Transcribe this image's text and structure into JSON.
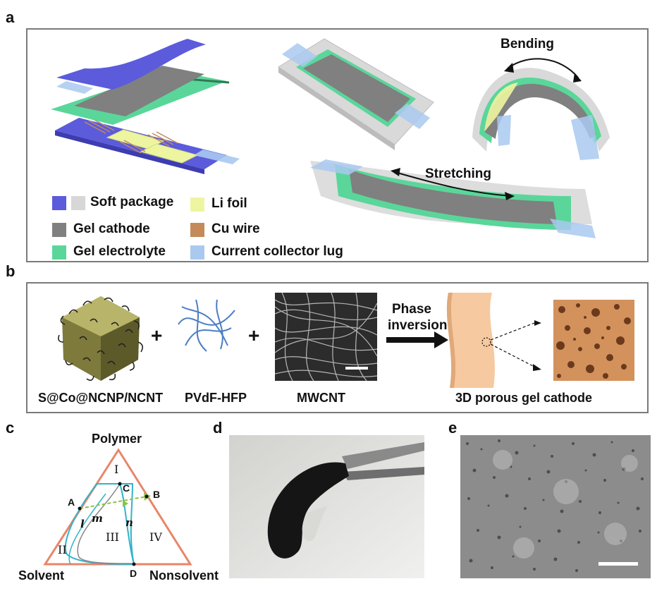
{
  "panels": {
    "a": "a",
    "b": "b",
    "c": "c",
    "d": "d",
    "e": "e"
  },
  "panel_a": {
    "bending": "Bending",
    "stretching": "Stretching",
    "legend": {
      "soft_package": "Soft package",
      "li_foil": "Li foil",
      "gel_cathode": "Gel cathode",
      "cu_wire": "Cu wire",
      "gel_electrolyte": "Gel electrolyte",
      "current_collector_lug": "Current collector lug"
    }
  },
  "panel_b": {
    "plus": "+",
    "phase_line1": "Phase",
    "phase_line2": "inversion",
    "labels": {
      "sconcp": "S@Co@NCNP/NCNT",
      "pvdf": "PVdF-HFP",
      "mwcnt": "MWCNT",
      "gel": "3D porous gel cathode"
    }
  },
  "panel_c": {
    "polymer": "Polymer",
    "solvent": "Solvent",
    "nonsolvent": "Nonsolvent",
    "region_1": "I",
    "region_2": "II",
    "region_3": "III",
    "region_4": "IV",
    "pt_a": "A",
    "pt_b": "B",
    "pt_c": "C",
    "pt_d": "D",
    "curve_l": "l",
    "curve_m": "m",
    "curve_n": "n"
  },
  "colors": {
    "soft_package_blue": "#5b5bdc",
    "soft_package_gray": "#d7d7d7",
    "li_foil": "#eef5a0",
    "gel_cathode": "#808080",
    "cu_wire": "#c48a5a",
    "gel_electrolyte": "#5ad69a",
    "lug": "#a9c9ef",
    "triangle": "#e8866a",
    "binodal": "#30b4c9"
  }
}
